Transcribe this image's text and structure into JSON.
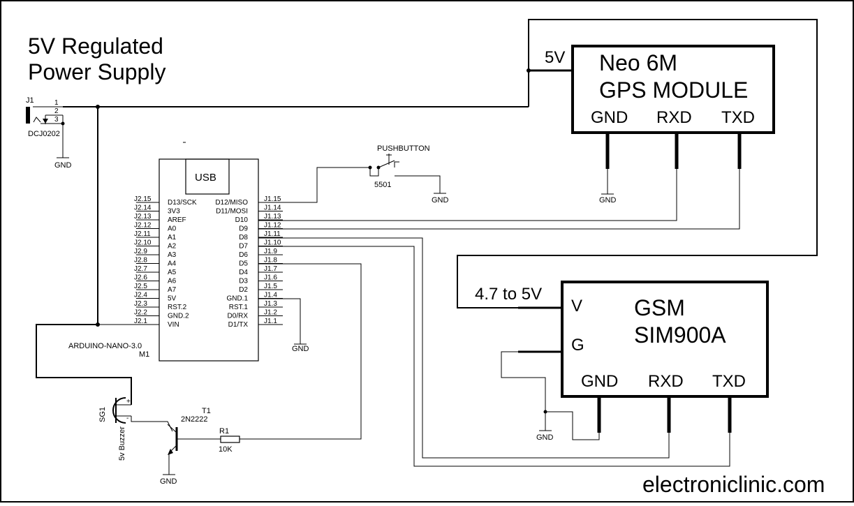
{
  "title": {
    "line1": "5V Regulated",
    "line2": "Power Supply"
  },
  "jack": {
    "ref": "J1",
    "part": "DCJ0202",
    "pins": [
      "1",
      "2",
      "3"
    ],
    "gnd": "GND"
  },
  "arduino": {
    "usb": "USB",
    "name": "ARDUINO-NANO-3.0",
    "ref": "M1",
    "left_pins": [
      {
        "num": "J2.15",
        "label": "D13/SCK"
      },
      {
        "num": "J2.14",
        "label": "3V3"
      },
      {
        "num": "J2.13",
        "label": "AREF"
      },
      {
        "num": "J2.12",
        "label": "A0"
      },
      {
        "num": "J2.11",
        "label": "A1"
      },
      {
        "num": "J2.10",
        "label": "A2"
      },
      {
        "num": "J2.9",
        "label": "A3"
      },
      {
        "num": "J2.8",
        "label": "A4"
      },
      {
        "num": "J2.7",
        "label": "A5"
      },
      {
        "num": "J2.6",
        "label": "A6"
      },
      {
        "num": "J2.5",
        "label": "A7"
      },
      {
        "num": "J2.4",
        "label": "5V"
      },
      {
        "num": "J2.3",
        "label": "RST.2"
      },
      {
        "num": "J2.2",
        "label": "GND.2"
      },
      {
        "num": "J2.1",
        "label": "VIN"
      }
    ],
    "right_pins": [
      {
        "num": "J1.15",
        "label": "D12/MISO"
      },
      {
        "num": "J1.14",
        "label": "D11/MOSI"
      },
      {
        "num": "J1.13",
        "label": "D10"
      },
      {
        "num": "J1.12",
        "label": "D9"
      },
      {
        "num": "J1.11",
        "label": "D8"
      },
      {
        "num": "J1.10",
        "label": "D7"
      },
      {
        "num": "J1.9",
        "label": "D6"
      },
      {
        "num": "J1.8",
        "label": "D5"
      },
      {
        "num": "J1.7",
        "label": "D4"
      },
      {
        "num": "J1.6",
        "label": "D3"
      },
      {
        "num": "J1.5",
        "label": "D2"
      },
      {
        "num": "J1.4",
        "label": "GND.1"
      },
      {
        "num": "J1.3",
        "label": "RST.1"
      },
      {
        "num": "J1.2",
        "label": "D0/RX"
      },
      {
        "num": "J1.1",
        "label": "D1/TX"
      }
    ],
    "gnd": "GND"
  },
  "pushbutton": {
    "name": "PUSHBUTTON",
    "ref": "5501",
    "gnd": "GND"
  },
  "gps": {
    "supply": "5V",
    "title1": "Neo 6M",
    "title2": "GPS MODULE",
    "pins": [
      "GND",
      "RXD",
      "TXD"
    ],
    "gnd": "GND"
  },
  "gsm": {
    "supply": "4.7 to 5V",
    "title1": "GSM",
    "title2": "SIM900A",
    "v": "V",
    "g": "G",
    "pins": [
      "GND",
      "RXD",
      "TXD"
    ],
    "gnd": "GND"
  },
  "buzzer": {
    "ref": "SG1",
    "name": "5v Buzzer",
    "plus": "+",
    "minus": "-"
  },
  "transistor": {
    "ref": "T1",
    "part": "2N2222",
    "gnd": "GND"
  },
  "resistor": {
    "ref": "R1",
    "value": "10K"
  },
  "footer": "electroniclinic.com"
}
